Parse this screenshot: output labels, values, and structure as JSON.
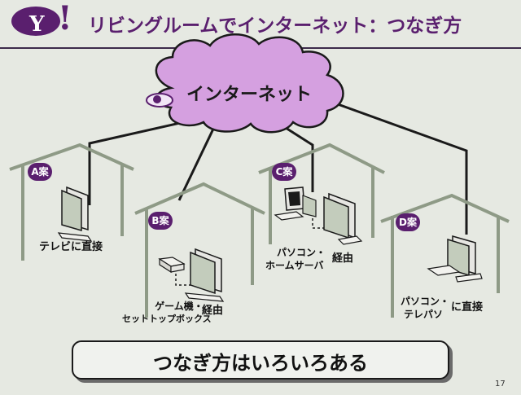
{
  "header": {
    "logo_text": "Y",
    "logo_mark": "!",
    "title": "リビングルームでインターネット：つなぎ方"
  },
  "cloud": {
    "label": "インターネット"
  },
  "houses": [
    {
      "badge": "A案",
      "label_lines": [
        "テレビに直接"
      ]
    },
    {
      "badge": "B案",
      "label_lines": [
        "ゲーム機・",
        "セットトップボックス"
      ],
      "suffix": "経由"
    },
    {
      "badge": "C案",
      "label_lines": [
        "パソコン・",
        "ホームサーバ"
      ],
      "suffix": "経由"
    },
    {
      "badge": "D案",
      "label_lines": [
        "パソコン・",
        "テレパソ"
      ],
      "suffix": "に直接"
    }
  ],
  "footer": {
    "summary": "つなぎ方はいろいろある",
    "page_number": "17"
  },
  "colors": {
    "accent": "#5a1f6e",
    "line": "#1a1a1a",
    "house_outline": "#8e9a86"
  },
  "icons": [
    "yahoo-logo",
    "cloud-icon",
    "eye-icon",
    "house-icon",
    "tv-icon",
    "set-top-box-icon",
    "pc-icon"
  ]
}
